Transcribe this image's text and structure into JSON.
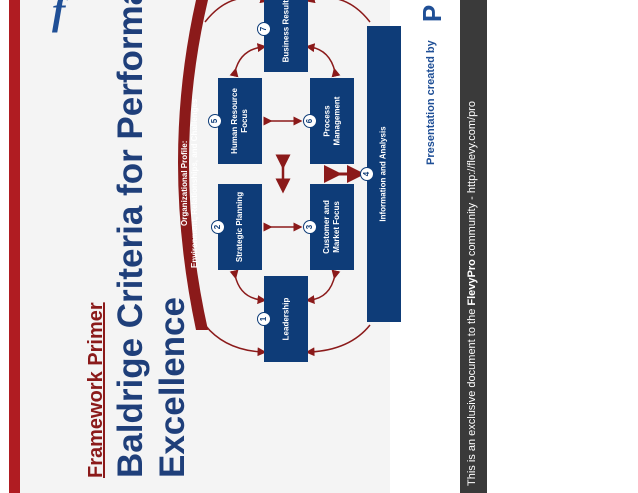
{
  "header": {
    "logo_text": "f",
    "subtitle": "Framework Primer",
    "title_line1": "Baldrige Criteria for Performance",
    "title_line2": "Excellence"
  },
  "diagram": {
    "org_profile_line1": "Organizational Profile:",
    "org_profile_line2": "Environment, Relationships, and Challenges",
    "boxes": [
      {
        "num": "1",
        "label": "Leadership"
      },
      {
        "num": "2",
        "label": "Strategic Planning"
      },
      {
        "num": "3",
        "label_l1": "Customer and",
        "label_l2": "Market Focus"
      },
      {
        "num": "4",
        "label": "Information and Analysis"
      },
      {
        "num": "5",
        "label_l1": "Human Resource",
        "label_l2": "Focus"
      },
      {
        "num": "6",
        "label_l1": "Process",
        "label_l2": "Management"
      },
      {
        "num": "7",
        "label": "Business Results"
      }
    ],
    "colors": {
      "box": "#0e3c78",
      "arrow": "#8b1a1a",
      "accent": "#b01c22"
    }
  },
  "credit": {
    "text": "Presentation created by",
    "logo_letter": "P"
  },
  "footer": {
    "prefix": "This is an exclusive document to the ",
    "brand": "FlevyPro",
    "suffix": " community - http://flevy.com/pro"
  }
}
